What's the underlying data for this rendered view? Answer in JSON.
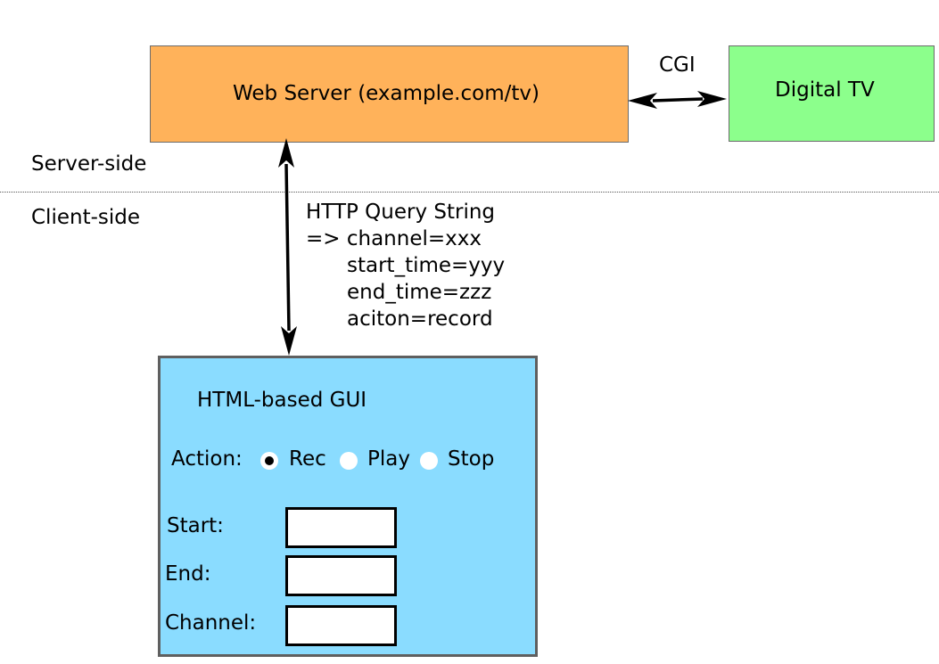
{
  "server_side_label": "Server-side",
  "client_side_label": "Client-side",
  "web_server": {
    "label": "Web Server (example.com/tv)"
  },
  "digital_tv": {
    "label": "Digital TV"
  },
  "cgi_label": "CGI",
  "query": {
    "title": "HTTP Query String",
    "lines": [
      "=> channel=xxx",
      "start_time=yyy",
      "end_time=zzz",
      "aciton=record"
    ]
  },
  "gui": {
    "title": "HTML-based GUI",
    "action_label": "Action:",
    "options": [
      {
        "label": "Rec",
        "selected": true
      },
      {
        "label": "Play",
        "selected": false
      },
      {
        "label": "Stop",
        "selected": false
      }
    ],
    "fields": [
      {
        "label": "Start:",
        "value": ""
      },
      {
        "label": "End:",
        "value": ""
      },
      {
        "label": "Channel:",
        "value": ""
      }
    ]
  }
}
